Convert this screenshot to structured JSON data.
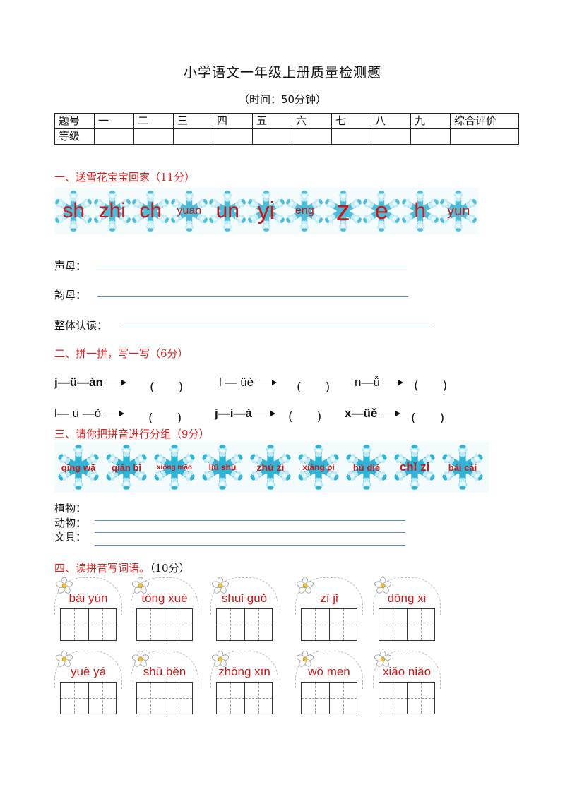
{
  "title": "小学语文一年级上册质量检测题",
  "subtitle": "（时间：50分钟）",
  "score_table": {
    "row1": [
      "题号",
      "一",
      "二",
      "三",
      "四",
      "五",
      "六",
      "七",
      "八",
      "九",
      "综合评价"
    ],
    "row2_label": "等级"
  },
  "sec1": {
    "title": "一、送雪花宝宝回家",
    "points": "（11分）"
  },
  "flakes1": [
    "sh",
    "zhi",
    "ch",
    "yuan",
    "un",
    "yi",
    "eng",
    "z",
    "e",
    "h",
    "yun"
  ],
  "fill1": {
    "shengmu": "声母：",
    "yunmu": "韵母：",
    "zhengti": "整体认读："
  },
  "sec2": {
    "title": "二、拼一拼，写一写",
    "points": "（6分）"
  },
  "pinyin_rows": [
    {
      "a": "j—ü—àn",
      "b": "l — üè",
      "c": "n—ǚ"
    },
    {
      "a": "l— u —ǒ",
      "b": "j—i—à",
      "c": "x—üě"
    }
  ],
  "paren": "(　　)",
  "sec3": {
    "title": "三、请你把拼音进行分组",
    "points": "（9分）"
  },
  "flakes2": [
    "qīng wā",
    "qián bǐ",
    "xióng māo",
    "liǔ shù",
    "zhú zi",
    "xiàng pí",
    "hú dié",
    "chǐ zi",
    "bái cài"
  ],
  "groups": {
    "plants": "植物：",
    "animals": "动物：",
    "stationery": "文具："
  },
  "sec4": {
    "title": "四、读拼音写词语。",
    "points": "（10分）"
  },
  "words": [
    "bái yún",
    "tóng xué",
    "shuǐ guǒ",
    "zì jǐ",
    "dōng xi",
    "yuè yá",
    "shū běn",
    "zhōng xīn",
    "wǒ men",
    "xiǎo niǎo"
  ],
  "colors": {
    "heading_red": "#e02020",
    "flake_blue": "#2fb3d6",
    "pinyin_red": "#d01818"
  },
  "icons": {
    "snowflake": "snowflake-icon",
    "flower": "flower-icon"
  }
}
